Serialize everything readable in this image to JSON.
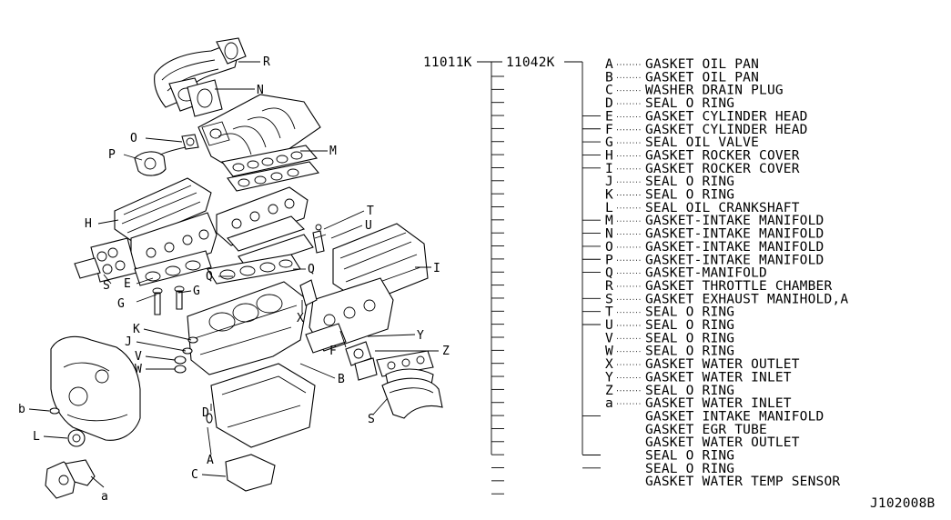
{
  "part_numbers": {
    "main": "11011K",
    "sub": "11042K"
  },
  "drawing_code": "J102008B",
  "parts": [
    {
      "code": "A",
      "desc": "GASKET OIL PAN"
    },
    {
      "code": "B",
      "desc": "GASKET OIL PAN"
    },
    {
      "code": "C",
      "desc": "WASHER DRAIN PLUG"
    },
    {
      "code": "D",
      "desc": "SEAL O RING"
    },
    {
      "code": "E",
      "desc": "GASKET CYLINDER HEAD"
    },
    {
      "code": "F",
      "desc": "GASKET CYLINDER HEAD"
    },
    {
      "code": "G",
      "desc": "SEAL OIL VALVE"
    },
    {
      "code": "H",
      "desc": "GASKET ROCKER COVER"
    },
    {
      "code": "I",
      "desc": "GASKET ROCKER COVER"
    },
    {
      "code": "J",
      "desc": "SEAL O RING"
    },
    {
      "code": "K",
      "desc": "SEAL O RING"
    },
    {
      "code": "L",
      "desc": "SEAL OIL CRANKSHAFT"
    },
    {
      "code": "M",
      "desc": "GASKET-INTAKE MANIFOLD"
    },
    {
      "code": "N",
      "desc": "GASKET-INTAKE MANIFOLD"
    },
    {
      "code": "O",
      "desc": "GASKET-INTAKE MANIFOLD"
    },
    {
      "code": "P",
      "desc": "GASKET-INTAKE MANIFOLD"
    },
    {
      "code": "Q",
      "desc": "GASKET-MANIFOLD"
    },
    {
      "code": "R",
      "desc": "GASKET THROTTLE CHAMBER"
    },
    {
      "code": "S",
      "desc": "GASKET EXHAUST MANIHOLD,A"
    },
    {
      "code": "T",
      "desc": "SEAL O RING"
    },
    {
      "code": "U",
      "desc": "SEAL O RING"
    },
    {
      "code": "V",
      "desc": "SEAL O RING"
    },
    {
      "code": "W",
      "desc": "SEAL O RING"
    },
    {
      "code": "X",
      "desc": "GASKET WATER OUTLET"
    },
    {
      "code": "Y",
      "desc": "GASKET WATER INLET"
    },
    {
      "code": "Z",
      "desc": "SEAL O RING"
    },
    {
      "code": "a",
      "desc": "GASKET WATER INLET"
    },
    {
      "code": "",
      "desc": "GASKET INTAKE MANIFOLD"
    },
    {
      "code": "",
      "desc": "GASKET EGR TUBE"
    },
    {
      "code": "",
      "desc": "GASKET WATER OUTLET"
    },
    {
      "code": "",
      "desc": "SEAL O RING"
    },
    {
      "code": "",
      "desc": "SEAL O RING"
    },
    {
      "code": "",
      "desc": "GASKET WATER TEMP SENSOR"
    }
  ],
  "callouts": [
    "R",
    "N",
    "O",
    "P",
    "M",
    "H",
    "T",
    "U",
    "E",
    "Q",
    "Q",
    "I",
    "S",
    "G",
    "G",
    "X",
    "K",
    "J",
    "V",
    "W",
    "F",
    "Y",
    "Z",
    "B",
    "b",
    "D",
    "L",
    "S",
    "A",
    "C",
    "a"
  ]
}
